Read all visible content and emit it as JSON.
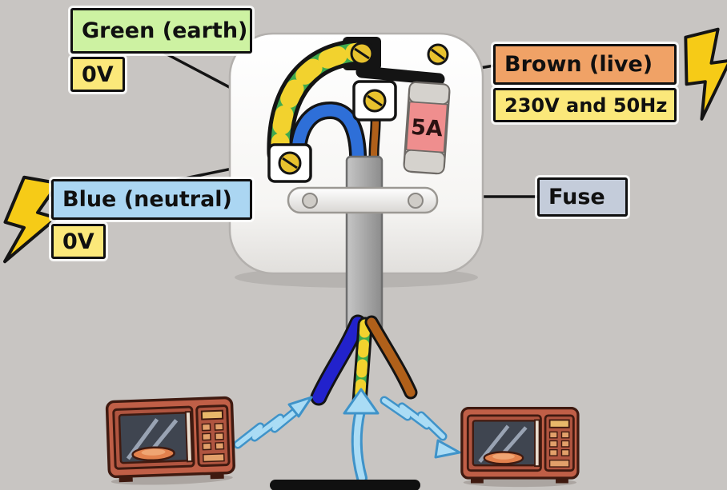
{
  "labels": {
    "earth": {
      "text": "Green (earth)",
      "voltage": "0V"
    },
    "live": {
      "text": "Brown (live)",
      "voltage": "230V and 50Hz"
    },
    "neutral": {
      "text": "Blue (neutral)",
      "voltage": "0V"
    },
    "fuse": {
      "text": "Fuse"
    }
  },
  "plug": {
    "fuse_rating": "5A"
  },
  "colors": {
    "background": "#c8c5c2",
    "earth_label_bg": "#cdf2a2",
    "live_label_bg": "#f0a266",
    "neutral_label_bg": "#abd6f2",
    "fuse_label_bg": "#c4ccda",
    "voltage_label_bg": "#fbe87a",
    "earth_wire_green": "#3faa4f",
    "earth_wire_yellow": "#f2d22e",
    "neutral_wire_blue": "#2e6fd8",
    "frayed_neutral_blue": "#2222cc",
    "live_wire_brown": "#b0601a",
    "fuse_band_pink": "#ef8e8e",
    "brass_screw": "#e8c22e",
    "lightning_yellow": "#f6cb17",
    "arrow_blue_fill": "#aadcf5",
    "arrow_blue_stroke": "#3f93c9",
    "microwave_body": "#c05f47"
  },
  "icons": [
    "lightning-bolt",
    "microwave",
    "electric-arrow"
  ]
}
